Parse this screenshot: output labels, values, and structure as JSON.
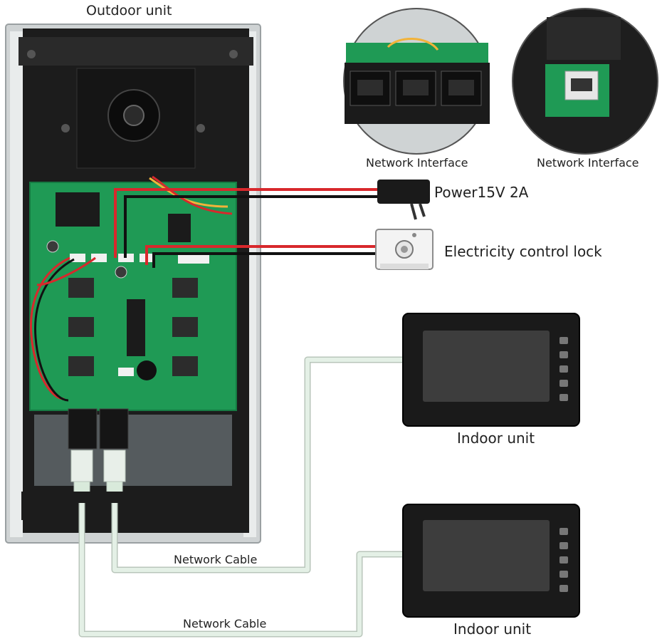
{
  "labels": {
    "outdoor_unit": "Outdoor unit",
    "network_interface_1": "Network Interface",
    "network_interface_2": "Network Interface",
    "power": "Power15V 2A",
    "lock": "Electricity control lock",
    "indoor_unit_1": "Indoor unit",
    "indoor_unit_2": "Indoor unit",
    "network_cable_1": "Network Cable",
    "network_cable_2": "Network Cable"
  },
  "colors": {
    "pcb": "#1f9a55",
    "wire_red": "#d8282c",
    "wire_black": "#111111",
    "cable": "#d9eadb",
    "frame": "#cfd3d4",
    "screen": "#3d3d3d"
  },
  "icons": {
    "indoor_buttons": [
      "bell-icon",
      "key-icon",
      "minus-icon",
      "lock-icon",
      "power-icon"
    ]
  }
}
